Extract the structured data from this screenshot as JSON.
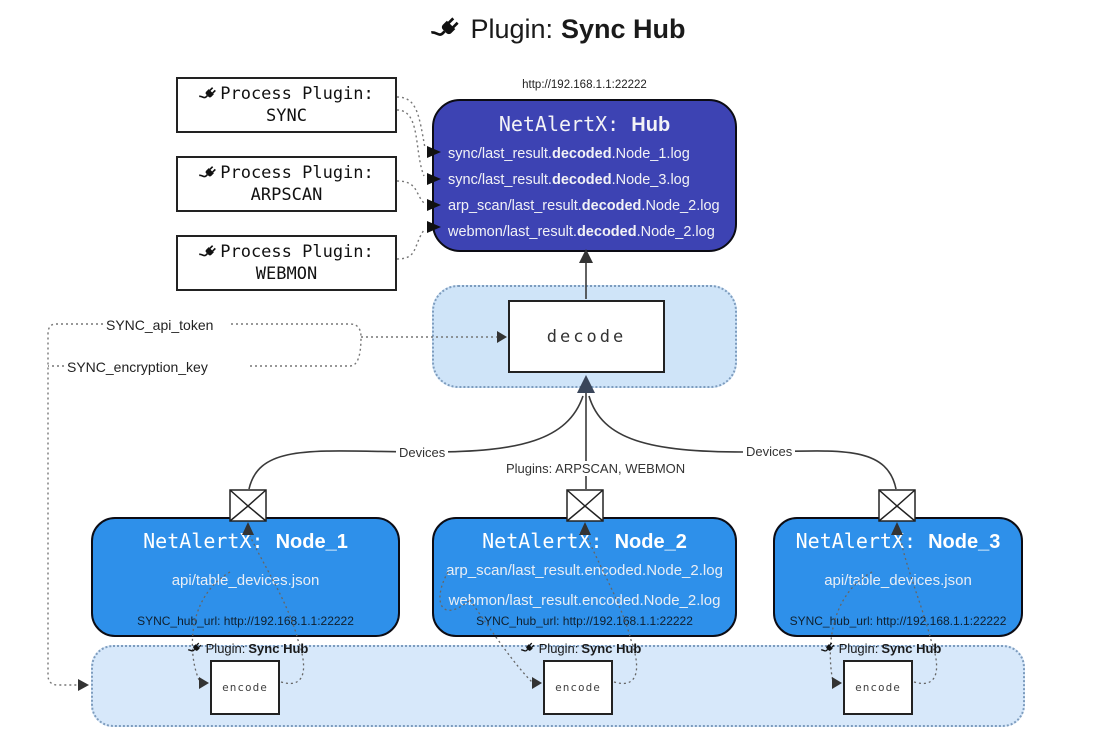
{
  "title": {
    "prefix": "Plugin:",
    "name": "Sync Hub"
  },
  "process_plugins": [
    {
      "label": "Process Plugin:",
      "name": "SYNC"
    },
    {
      "label": "Process Plugin:",
      "name": "ARPSCAN"
    },
    {
      "label": "Process Plugin:",
      "name": "WEBMON"
    }
  ],
  "hub": {
    "url": "http://192.168.1.1:22222",
    "title_prefix": "NetAlertX:",
    "title_name": "Hub",
    "logs": [
      {
        "pre": "sync/last_result.",
        "bold": "decoded",
        "post": ".Node_1.log"
      },
      {
        "pre": "sync/last_result.",
        "bold": "decoded",
        "post": ".Node_3.log"
      },
      {
        "pre": "arp_scan/last_result.",
        "bold": "decoded",
        "post": ".Node_2.log"
      },
      {
        "pre": "webmon/last_result.",
        "bold": "decoded",
        "post": ".Node_2.log"
      }
    ]
  },
  "decode": {
    "label": "decode"
  },
  "config": {
    "api_token": "SYNC_api_token",
    "encryption_key": "SYNC_encryption_key"
  },
  "edges": {
    "devices_left": "Devices",
    "devices_right": "Devices",
    "plugins_mid": "Plugins: ARPSCAN, WEBMON"
  },
  "nodes": [
    {
      "title_prefix": "NetAlertX:",
      "title_name": "Node_1",
      "files": [
        "api/table_devices.json"
      ],
      "hub_url": "SYNC_hub_url: http://192.168.1.1:22222"
    },
    {
      "title_prefix": "NetAlertX:",
      "title_name": "Node_2",
      "files": [
        "arp_scan/last_result.encoded.Node_2.log",
        "webmon/last_result.encoded.Node_2.log"
      ],
      "hub_url": "SYNC_hub_url: http://192.168.1.1:22222"
    },
    {
      "title_prefix": "NetAlertX:",
      "title_name": "Node_3",
      "files": [
        "api/table_devices.json"
      ],
      "hub_url": "SYNC_hub_url: http://192.168.1.1:22222"
    }
  ],
  "encoders": [
    {
      "plugin_prefix": "Plugin:",
      "plugin_name": "Sync Hub",
      "label": "encode"
    },
    {
      "plugin_prefix": "Plugin:",
      "plugin_name": "Sync Hub",
      "label": "encode"
    },
    {
      "plugin_prefix": "Plugin:",
      "plugin_name": "Sync Hub",
      "label": "encode"
    }
  ],
  "colors": {
    "hub_fill": "#3d43b3",
    "node_fill": "#2e90ea",
    "light_container_fill": "#d7e8fa",
    "decode_container_fill": "#cfe4f8",
    "container_dotted_border": "#7d9cbe",
    "line": "#3a3a3a",
    "dotted_line": "#777777"
  }
}
